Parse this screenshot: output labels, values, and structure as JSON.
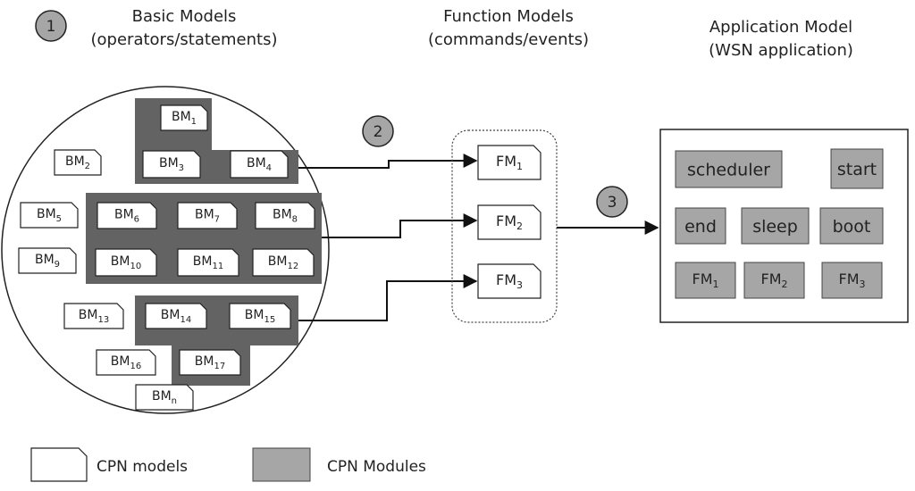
{
  "headers": {
    "basic": [
      "Basic Models",
      "(operators/statements)"
    ],
    "function": [
      "Function Models",
      "(commands/events)"
    ],
    "application": [
      "Application Model",
      "(WSN application)"
    ]
  },
  "steps": [
    "1",
    "2",
    "3"
  ],
  "basic_models": [
    {
      "base": "BM",
      "sub": "1",
      "module": true
    },
    {
      "base": "BM",
      "sub": "2",
      "module": false
    },
    {
      "base": "BM",
      "sub": "3",
      "module": true
    },
    {
      "base": "BM",
      "sub": "4",
      "module": true
    },
    {
      "base": "BM",
      "sub": "5",
      "module": false
    },
    {
      "base": "BM",
      "sub": "6",
      "module": true
    },
    {
      "base": "BM",
      "sub": "7",
      "module": true
    },
    {
      "base": "BM",
      "sub": "8",
      "module": true
    },
    {
      "base": "BM",
      "sub": "9",
      "module": false
    },
    {
      "base": "BM",
      "sub": "10",
      "module": true
    },
    {
      "base": "BM",
      "sub": "11",
      "module": true
    },
    {
      "base": "BM",
      "sub": "12",
      "module": true
    },
    {
      "base": "BM",
      "sub": "13",
      "module": false
    },
    {
      "base": "BM",
      "sub": "14",
      "module": true
    },
    {
      "base": "BM",
      "sub": "15",
      "module": true
    },
    {
      "base": "BM",
      "sub": "16",
      "module": false
    },
    {
      "base": "BM",
      "sub": "17",
      "module": true
    },
    {
      "base": "BM",
      "sub": "n",
      "module": false
    }
  ],
  "function_models": [
    {
      "base": "FM",
      "sub": "1"
    },
    {
      "base": "FM",
      "sub": "2"
    },
    {
      "base": "FM",
      "sub": "3"
    }
  ],
  "application_items": [
    {
      "label": "scheduler"
    },
    {
      "label": "start"
    },
    {
      "label": "end"
    },
    {
      "label": "sleep"
    },
    {
      "label": "boot"
    },
    {
      "base": "FM",
      "sub": "1"
    },
    {
      "base": "FM",
      "sub": "2"
    },
    {
      "base": "FM",
      "sub": "3"
    }
  ],
  "legend": {
    "cpn_models": "CPN models",
    "cpn_modules": "CPN Modules"
  },
  "colors": {
    "module_fill": "#636363",
    "app_fill": "#a6a6a6",
    "step_circle": "#a6a6a6",
    "stroke": "#222222"
  }
}
